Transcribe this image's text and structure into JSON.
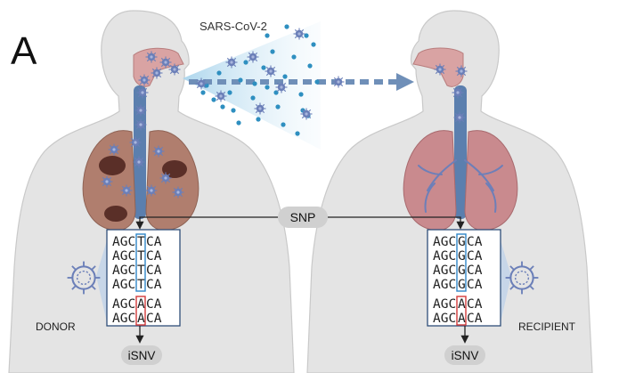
{
  "panel_letter": "A",
  "virus_label": "SARS-CoV-2",
  "snp_label": "SNP",
  "donor": {
    "label": "DONOR",
    "isnv_label": "iSNV",
    "rows": [
      {
        "pre": "AGC",
        "base": "T",
        "post": "CA"
      },
      {
        "pre": "AGC",
        "base": "T",
        "post": "CA"
      },
      {
        "pre": "AGC",
        "base": "T",
        "post": "CA"
      },
      {
        "pre": "AGC",
        "base": "T",
        "post": "CA"
      },
      {
        "pre": "AGC",
        "base": "A",
        "post": "CA"
      },
      {
        "pre": "AGC",
        "base": "A",
        "post": "CA"
      }
    ]
  },
  "recipient": {
    "label": "RECIPIENT",
    "isnv_label": "iSNV",
    "rows": [
      {
        "pre": "AGC",
        "base": "G",
        "post": "CA"
      },
      {
        "pre": "AGC",
        "base": "G",
        "post": "CA"
      },
      {
        "pre": "AGC",
        "base": "G",
        "post": "CA"
      },
      {
        "pre": "AGC",
        "base": "G",
        "post": "CA"
      },
      {
        "pre": "AGC",
        "base": "A",
        "post": "CA"
      },
      {
        "pre": "AGC",
        "base": "A",
        "post": "CA"
      }
    ]
  },
  "colors": {
    "body": "#e4e4e4",
    "body_outline": "#c9c9c9",
    "lung_donor": "#b07e6e",
    "lung_recipient": "#c98a8e",
    "damage": "#5a2f28",
    "trachea": "#5b7fae",
    "virus": "#6b7fb8",
    "droplet": "#2e8fc0",
    "cone": "#b9dcef",
    "arrow": "#6f8fb8",
    "major_box": "#2f86c8",
    "minor_box": "#d23a3a",
    "snp_pill": "#d0d0d0"
  }
}
